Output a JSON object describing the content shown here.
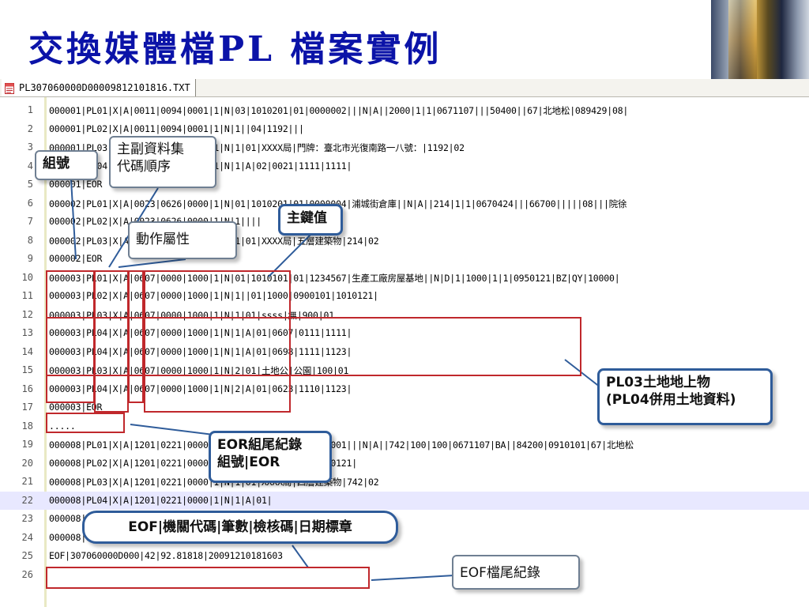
{
  "slide": {
    "title": "交換媒體檔PL 檔案實例"
  },
  "tab": {
    "filename": "PL307060000D00009812101816.TXT"
  },
  "lines": [
    {
      "n": "1",
      "t": "000001|PL01|X|A|0011|0094|0001|1|N|03|1010201|01|0000002|||N|A||2000|1|1|0671107|||50400||67|北地松|089429|08|"
    },
    {
      "n": "2",
      "t": "000001|PL02|X|A|0011|0094|0001|1|N|1||04|1192|||"
    },
    {
      "n": "3",
      "t": "000001|PL03|X|A|0011|0094|0001|1|N|1|01|XXXX局|門牌：臺北市光復南路一八號：|1192|02"
    },
    {
      "n": "4",
      "t": "000001|PL04|X|A|0011|0094|0001|1|N|1|A|02|0021|1111|1111|"
    },
    {
      "n": "5",
      "t": "000001|EOR"
    },
    {
      "n": "6",
      "t": "000002|PL01|X|A|0023|0626|0000|1|N|01|1010201|01|0000004|浦城街倉庫||N|A||214|1|1|0670424|||66700|||||08|||院徐"
    },
    {
      "n": "7",
      "t": "000002|PL02|X|A|0023|0626|0000|1|N|1||||"
    },
    {
      "n": "8",
      "t": "000002|PL03|X|A|0023|0626|0000|1|N|1|01|XXXX局|五層建築物|214|02"
    },
    {
      "n": "9",
      "t": "000002|EOR"
    },
    {
      "n": "10",
      "t": "000003|PL01|X|A|0607|0000|1000|1|N|01|1010101|01|1234567|生產工廠房屋基地||N|D|1|1000|1|1|0950121|BZ|QY|10000|"
    },
    {
      "n": "11",
      "t": "000003|PL02|X|A|0607|0000|1000|1|N|1||01|1000|0900101|1010121|"
    },
    {
      "n": "12",
      "t": "000003|PL03|X|A|0607|0000|1000|1|N|1|01|ssss|無|900|01"
    },
    {
      "n": "13",
      "t": "000003|PL04|X|A|0607|0000|1000|1|N|1|A|01|0607|0111|1111|"
    },
    {
      "n": "14",
      "t": "000003|PL04|X|A|0607|0000|1000|1|N|1|A|01|0698|1111|1123|"
    },
    {
      "n": "15",
      "t": "000003|PL03|X|A|0607|0000|1000|1|N|2|01|土地公|公園|100|01"
    },
    {
      "n": "16",
      "t": "000003|PL04|X|A|0607|0000|1000|1|N|2|A|01|0623|1110|1123|"
    },
    {
      "n": "17",
      "t": "000003|EOR"
    },
    {
      "n": "18",
      "t": "....."
    },
    {
      "n": "19",
      "t": "000008|PL01|X|A|1201|0221|0000|1|N|01|1010201|01|0000001|||N|A||742|100|100|0671107|BA||84200|0910101|67|北地松"
    },
    {
      "n": "20",
      "t": "000008|PL02|X|A|1201|0221|0000|1|N|1||742|0900101|1010121|"
    },
    {
      "n": "21",
      "t": "000008|PL03|X|A|1201|0221|0000|1|N|1|01|XXXX局|四層建築物|742|02"
    },
    {
      "n": "22",
      "t": "000008|PL04|X|A|1201|0221|0000|1|N|1|A|01|"
    },
    {
      "n": "23",
      "t": "000008|PL04|X|A|1201|0221|0000|1|N|1|A|02|2201|0055|0055|"
    },
    {
      "n": "24",
      "t": "000008|EOR"
    },
    {
      "n": "25",
      "t": "EOF|307060000D000|42|92.81818|20091210181603"
    },
    {
      "n": "26",
      "t": ""
    }
  ],
  "callouts": {
    "group_no": "組號",
    "dataset_order_1": "主副資料集",
    "dataset_order_2": "代碼順序",
    "action_attr": "動作屬性",
    "primary_key": "主鍵值",
    "pl03_1": "PL03土地地上物",
    "pl03_2": "(PL04併用土地資料)",
    "eor_1": "EOR組尾紀錄",
    "eor_2": "組號|EOR",
    "eof_fields": "EOF|機關代碼|筆數|檢核碼|日期標章",
    "eof_record": "EOF檔尾紀錄"
  },
  "colors": {
    "title": "#0b13a8",
    "highlight_box": "#c0282c",
    "callout_border": "#2f5c9a"
  }
}
